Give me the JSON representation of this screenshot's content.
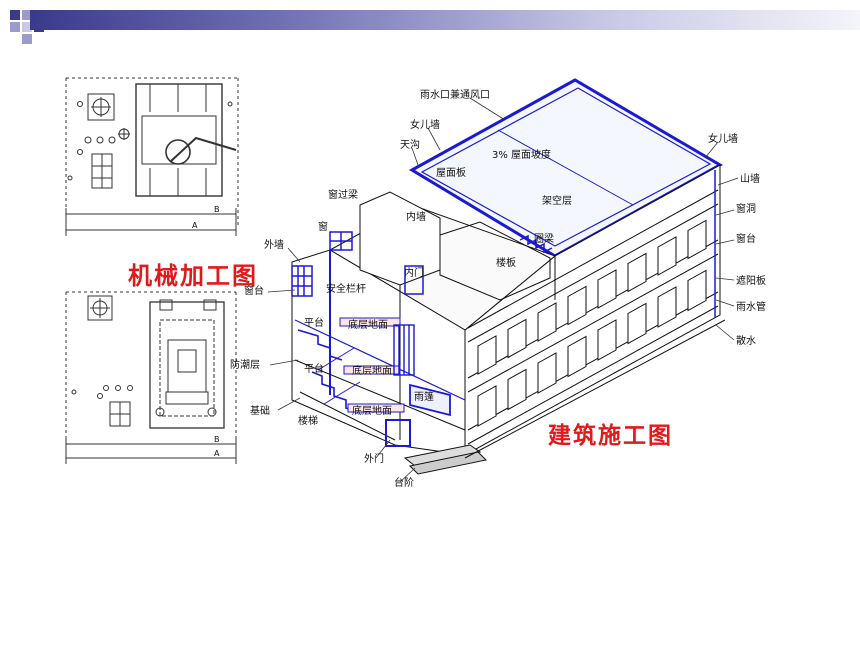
{
  "slide": {
    "mech_title": "机械加工图",
    "arch_title": "建筑施工图",
    "accent_color": "#e01a1a",
    "diagram_color": "#1a1ad4"
  },
  "mechanical": {
    "dims_top": [
      "B",
      "A"
    ],
    "dims_bottom": [
      "B",
      "A"
    ]
  },
  "building": {
    "labels": {
      "rain_outlet": "雨水口兼通风口",
      "parapet_top": "女儿墙",
      "parapet_right": "女儿墙",
      "gutter": "天沟",
      "roof_slope": "3% 屋面坡度",
      "roof_slab": "屋面板",
      "overhead_layer": "架空层",
      "gable_wall": "山墙",
      "window_lintel": "窗过梁",
      "inner_wall": "内墙",
      "window_opening": "窗洞",
      "window_sill_right": "窗台",
      "window": "窗",
      "outer_wall": "外墙",
      "ring_beam": "圈梁",
      "inner_door": "内门",
      "stair_slab": "楼板",
      "sun_shade": "遮阳板",
      "window_sill_left": "窗台",
      "safety_railing": "安全栏杆",
      "downpipe": "雨水管",
      "landing_1": "平台",
      "floor_1": "底层地面",
      "drain": "散水",
      "landing_2": "平台",
      "floor_2": "底层地面",
      "moisture_layer": "防潮层",
      "rain_canopy": "雨篷",
      "foundation": "基础",
      "stairs": "楼梯",
      "floor_3": "底层地面",
      "outer_door": "外门",
      "steps": "台阶"
    }
  }
}
